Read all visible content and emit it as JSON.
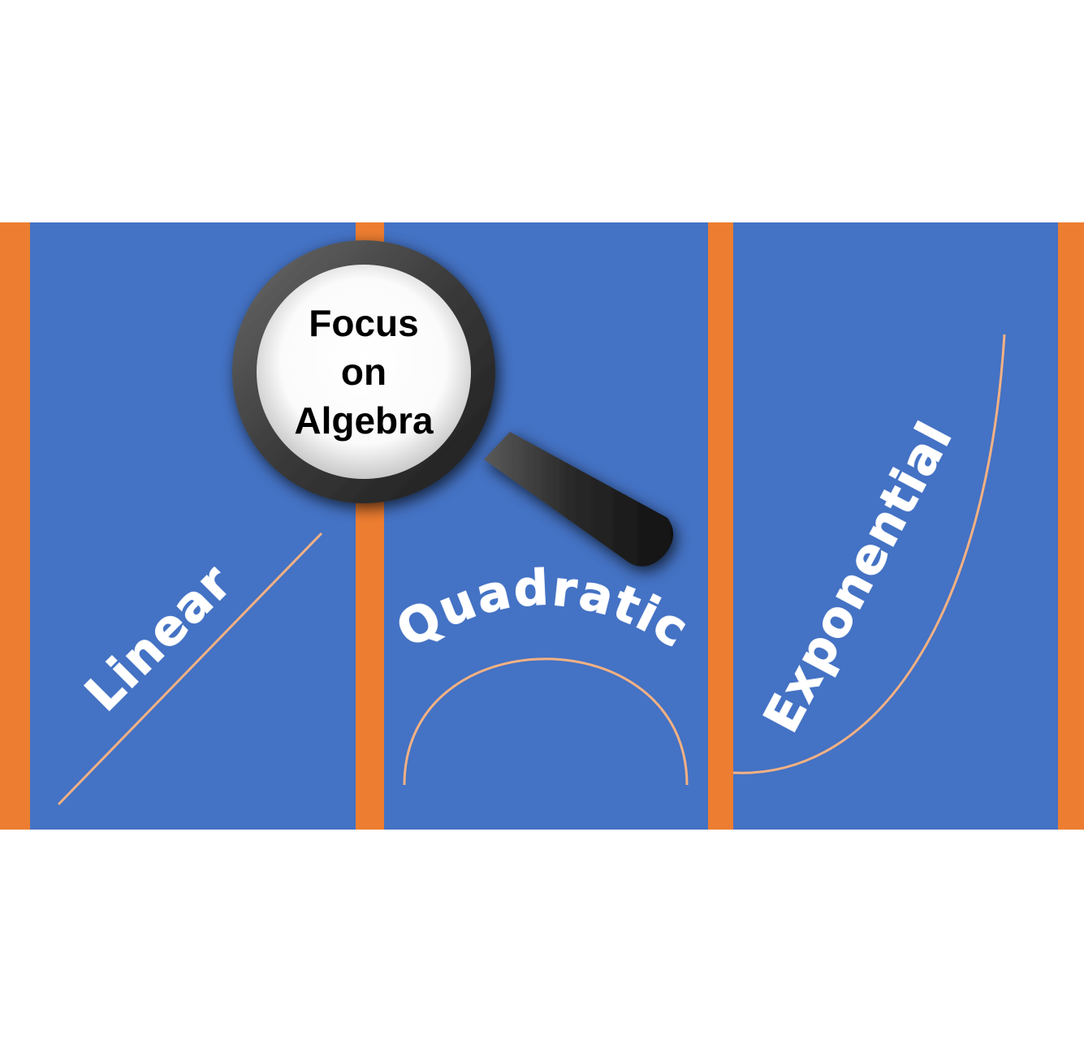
{
  "colors": {
    "panel": "#4472c4",
    "stripe": "#ed7d31",
    "curve": "#f4b183",
    "chalk": "#ffffff",
    "lens_rim": "#3a3a3a",
    "handle": "#1e1e1e"
  },
  "badge": {
    "icon": "magnifying-glass-icon",
    "lines": [
      "Focus",
      "on",
      "Algebra"
    ]
  },
  "panels": [
    {
      "label": "Linear",
      "curve": "line"
    },
    {
      "label": "Quadratic",
      "curve": "parabola"
    },
    {
      "label": "Exponential",
      "curve": "exponential"
    }
  ]
}
